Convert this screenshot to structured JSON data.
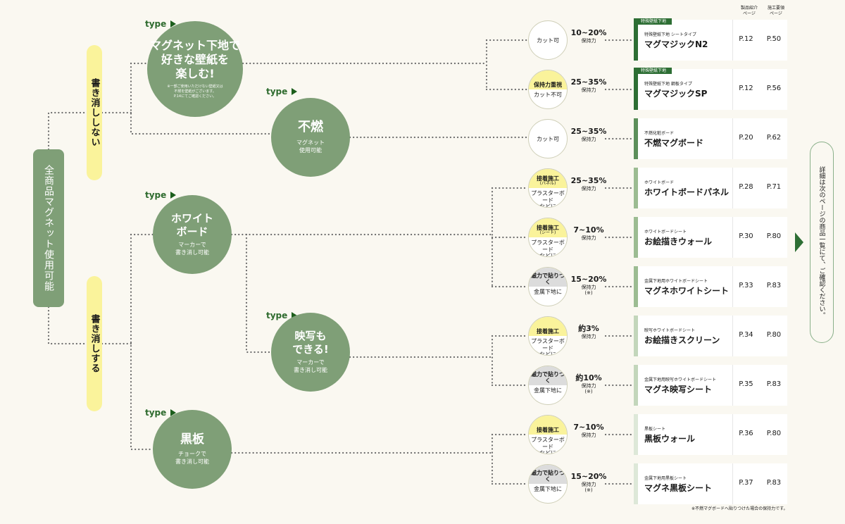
{
  "root": {
    "label": "全商品マグネット使用可能"
  },
  "branches": [
    {
      "label": "書き消ししない"
    },
    {
      "label": "書き消しする"
    }
  ],
  "type_label": "type",
  "types": [
    {
      "title_lines": [
        "マグネット下地で",
        "好きな壁紙を",
        "楽しむ!"
      ],
      "note": "※一部ご使用いただけない壁紙又は\n不燃を壁紙がございます。\nP.14にてご確認ください。",
      "sub": ""
    },
    {
      "title_lines": [
        "不燃"
      ],
      "sub": "マグネット\n使用可能"
    },
    {
      "title_lines": [
        "ホワイト",
        "ボード"
      ],
      "sub": "マーカーで\n書き消し可能"
    },
    {
      "title_lines": [
        "映写も",
        "できる!"
      ],
      "sub": "マーカーで\n書き消し可能"
    },
    {
      "title_lines": [
        "黒板"
      ],
      "sub": "チョークで\n書き消し可能"
    }
  ],
  "methods": [
    {
      "style": "plain",
      "single": "カット可"
    },
    {
      "style": "yellow",
      "top": "保持力重視",
      "bottom": "カット不可"
    },
    {
      "style": "plain",
      "single": "カット可"
    },
    {
      "style": "yellow",
      "top": "接着施工",
      "top_small": "(パネル)",
      "bottom": "プラスターボード\nなどに"
    },
    {
      "style": "yellow",
      "top": "接着施工",
      "top_small": "(シート)",
      "bottom": "プラスターボード\nなどに"
    },
    {
      "style": "gray",
      "top": "磁力で貼りつく",
      "bottom": "金属下地に"
    },
    {
      "style": "yellow",
      "top": "接着施工",
      "bottom": "プラスターボード\nなどに"
    },
    {
      "style": "gray",
      "top": "磁力で貼りつく",
      "bottom": "金属下地に"
    },
    {
      "style": "yellow",
      "top": "接着施工",
      "bottom": "プラスターボード\nなどに"
    },
    {
      "style": "gray",
      "top": "磁力で貼りつく",
      "bottom": "金属下地に"
    }
  ],
  "retentions": [
    {
      "value": "10~20%",
      "label": "保持力",
      "note": ""
    },
    {
      "value": "25~35%",
      "label": "保持力",
      "note": ""
    },
    {
      "value": "25~35%",
      "label": "保持力",
      "note": ""
    },
    {
      "value": "25~35%",
      "label": "保持力",
      "note": ""
    },
    {
      "value": "7~10%",
      "label": "保持力",
      "note": ""
    },
    {
      "value": "15~20%",
      "label": "保持力",
      "note": "(※)"
    },
    {
      "value": "約3%",
      "label": "保持力",
      "note": ""
    },
    {
      "value": "約10%",
      "label": "保持力",
      "note": "(※)"
    },
    {
      "value": "7~10%",
      "label": "保持力",
      "note": ""
    },
    {
      "value": "15~20%",
      "label": "保持力",
      "note": "(※)"
    }
  ],
  "column_headers": {
    "intro": "製品紹介\nページ",
    "install": "施工要領\nページ"
  },
  "products": [
    {
      "badge": "特殊壁紙下地",
      "sub": "特殊壁紙下地 シートタイプ",
      "name": "マグマジックN2",
      "page_intro": "P.12",
      "page_install": "P.50",
      "bar_color": "#2d6e34"
    },
    {
      "badge": "特殊壁紙下地",
      "sub": "特殊壁紙下地 鋼板タイプ",
      "name": "マグマジックSP",
      "page_intro": "P.12",
      "page_install": "P.56",
      "bar_color": "#2d6e34"
    },
    {
      "badge": "",
      "sub": "不燃化粧ボード",
      "name": "不燃マグボード",
      "page_intro": "P.20",
      "page_install": "P.62",
      "bar_color": "#5c8f5a"
    },
    {
      "badge": "",
      "sub": "ホワイトボード",
      "name": "ホワイトボードパネル",
      "page_intro": "P.28",
      "page_install": "P.71",
      "bar_color": "#9cbc92"
    },
    {
      "badge": "",
      "sub": "ホワイトボードシート",
      "name": "お絵描きウォール",
      "page_intro": "P.30",
      "page_install": "P.80",
      "bar_color": "#9cbc92"
    },
    {
      "badge": "",
      "sub": "金属下地用ホワイトボードシート",
      "name": "マグネホワイトシート",
      "page_intro": "P.33",
      "page_install": "P.83",
      "bar_color": "#9cbc92"
    },
    {
      "badge": "",
      "sub": "映写ホワイトボードシート",
      "name": "お絵描きスクリーン",
      "page_intro": "P.34",
      "page_install": "P.80",
      "bar_color": "#c3d6bb"
    },
    {
      "badge": "",
      "sub": "金属下地用映写ホワイトボードシート",
      "name": "マグネ映写シート",
      "page_intro": "P.35",
      "page_install": "P.83",
      "bar_color": "#c3d6bb"
    },
    {
      "badge": "",
      "sub": "黒板シート",
      "name": "黒板ウォール",
      "page_intro": "P.36",
      "page_install": "P.80",
      "bar_color": "#dde8d8"
    },
    {
      "badge": "",
      "sub": "金属下地用黒板シート",
      "name": "マグネ黒板シート",
      "page_intro": "P.37",
      "page_install": "P.83",
      "bar_color": "#dde8d8"
    }
  ],
  "guide": "詳細は次のページの商品一覧にて、ご確認ください。",
  "footnote": "※不燃マグボードへ貼りつけた場合の保持力です。",
  "colors": {
    "green": "#7f9f77",
    "dark_green": "#2d6e34",
    "yellow": "#faf39b",
    "gray": "#dcdcdc"
  }
}
